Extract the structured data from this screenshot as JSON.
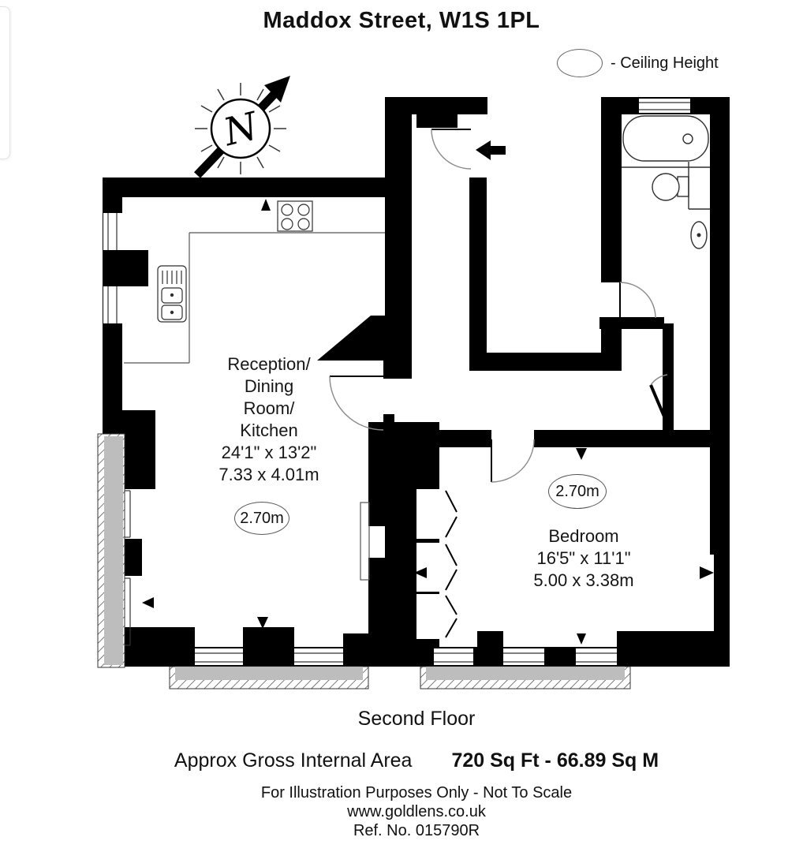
{
  "page": {
    "title": "Maddox Street, W1S 1PL",
    "floor_label": "Second Floor",
    "area_label": "Approx Gross Internal Area",
    "area_value": "720 Sq Ft  - 66.89 Sq M",
    "disclaimer": "For Illustration Purposes Only - Not To Scale",
    "website": "www.goldlens.co.uk",
    "reference": "Ref. No. 015790R"
  },
  "legend": {
    "ceiling_height_label": "- Ceiling Height"
  },
  "compass": {
    "north_label": "N"
  },
  "rooms": {
    "reception": {
      "name_lines": "Reception/\nDining\nRoom/\nKitchen",
      "dims_imperial": "24'1\" x 13'2\"",
      "dims_metric": "7.33 x 4.01m",
      "ceiling_height": "2.70m"
    },
    "bedroom": {
      "name": "Bedroom",
      "dims_imperial": "16'5\" x 11'1\"",
      "dims_metric": "5.00 x 3.38m",
      "ceiling_height": "2.70m"
    }
  },
  "colors": {
    "wall": "#000000",
    "balcony_fill": "#bdbdbd",
    "fixture_line": "#3a3a3a",
    "door_arc": "#8a8a8a"
  }
}
